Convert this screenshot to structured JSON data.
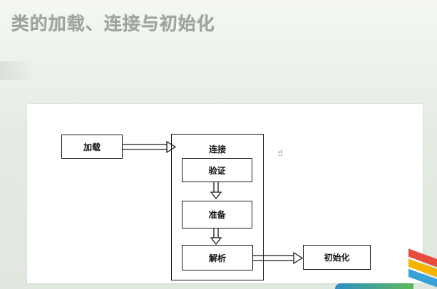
{
  "slide": {
    "title": "类的加载、连接与初始化"
  },
  "diagram": {
    "load": "加载",
    "link": "连接",
    "verify": "验证",
    "prepare": "准备",
    "resolve": "解析",
    "init": "初始化"
  },
  "icons": {
    "cursor": "hand-cursor-icon"
  }
}
